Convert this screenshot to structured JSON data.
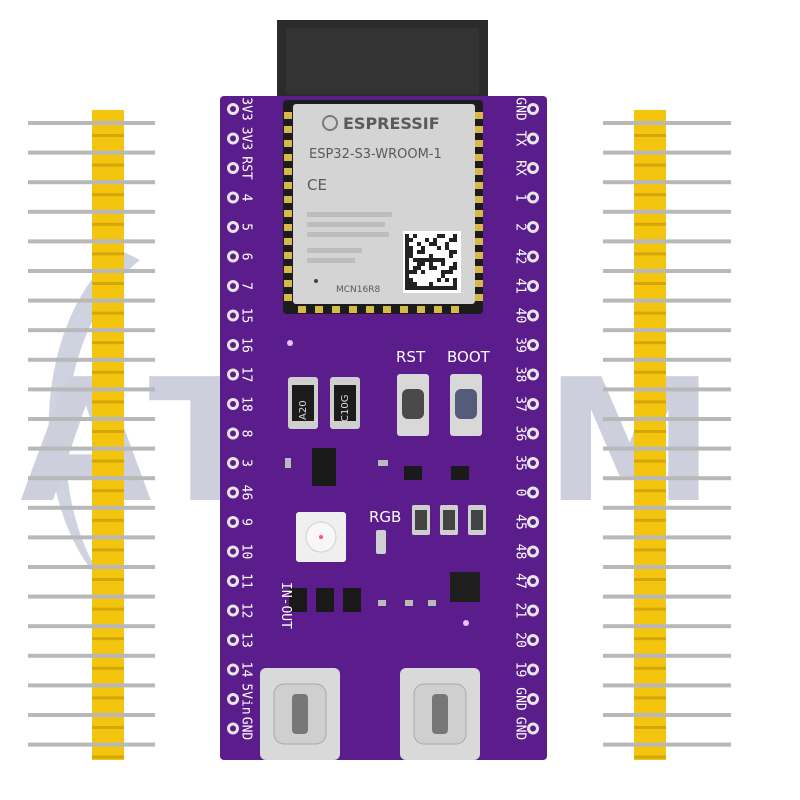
{
  "module": {
    "brand": "ESPRESSIF",
    "model": "ESP32-S3-WROOM-1",
    "ce_mark": "CE",
    "code": "MCN16R8"
  },
  "buttons": {
    "rst_label": "RST",
    "boot_label": "BOOT"
  },
  "led": {
    "rgb_label": "RGB",
    "inout_label": "IN-OUT"
  },
  "resistors": {
    "r1": "A20",
    "r2": "C10G"
  },
  "pins": {
    "left": [
      "3V3",
      "3V3",
      "RST",
      "4",
      "5",
      "6",
      "7",
      "15",
      "16",
      "17",
      "18",
      "8",
      "3",
      "46",
      "9",
      "10",
      "11",
      "12",
      "13",
      "14",
      "5Vin",
      "GND"
    ],
    "right": [
      "GND",
      "TX",
      "RX",
      "1",
      "2",
      "42",
      "41",
      "40",
      "39",
      "38",
      "37",
      "36",
      "35",
      "0",
      "45",
      "48",
      "47",
      "21",
      "20",
      "19",
      "GND",
      "GND"
    ]
  },
  "watermark": "ATTRM",
  "colors": {
    "board": "#5b1c8c",
    "header": "#f3c50e",
    "pin": "#b8b8b8",
    "module_shield": "#cfcfcf"
  }
}
